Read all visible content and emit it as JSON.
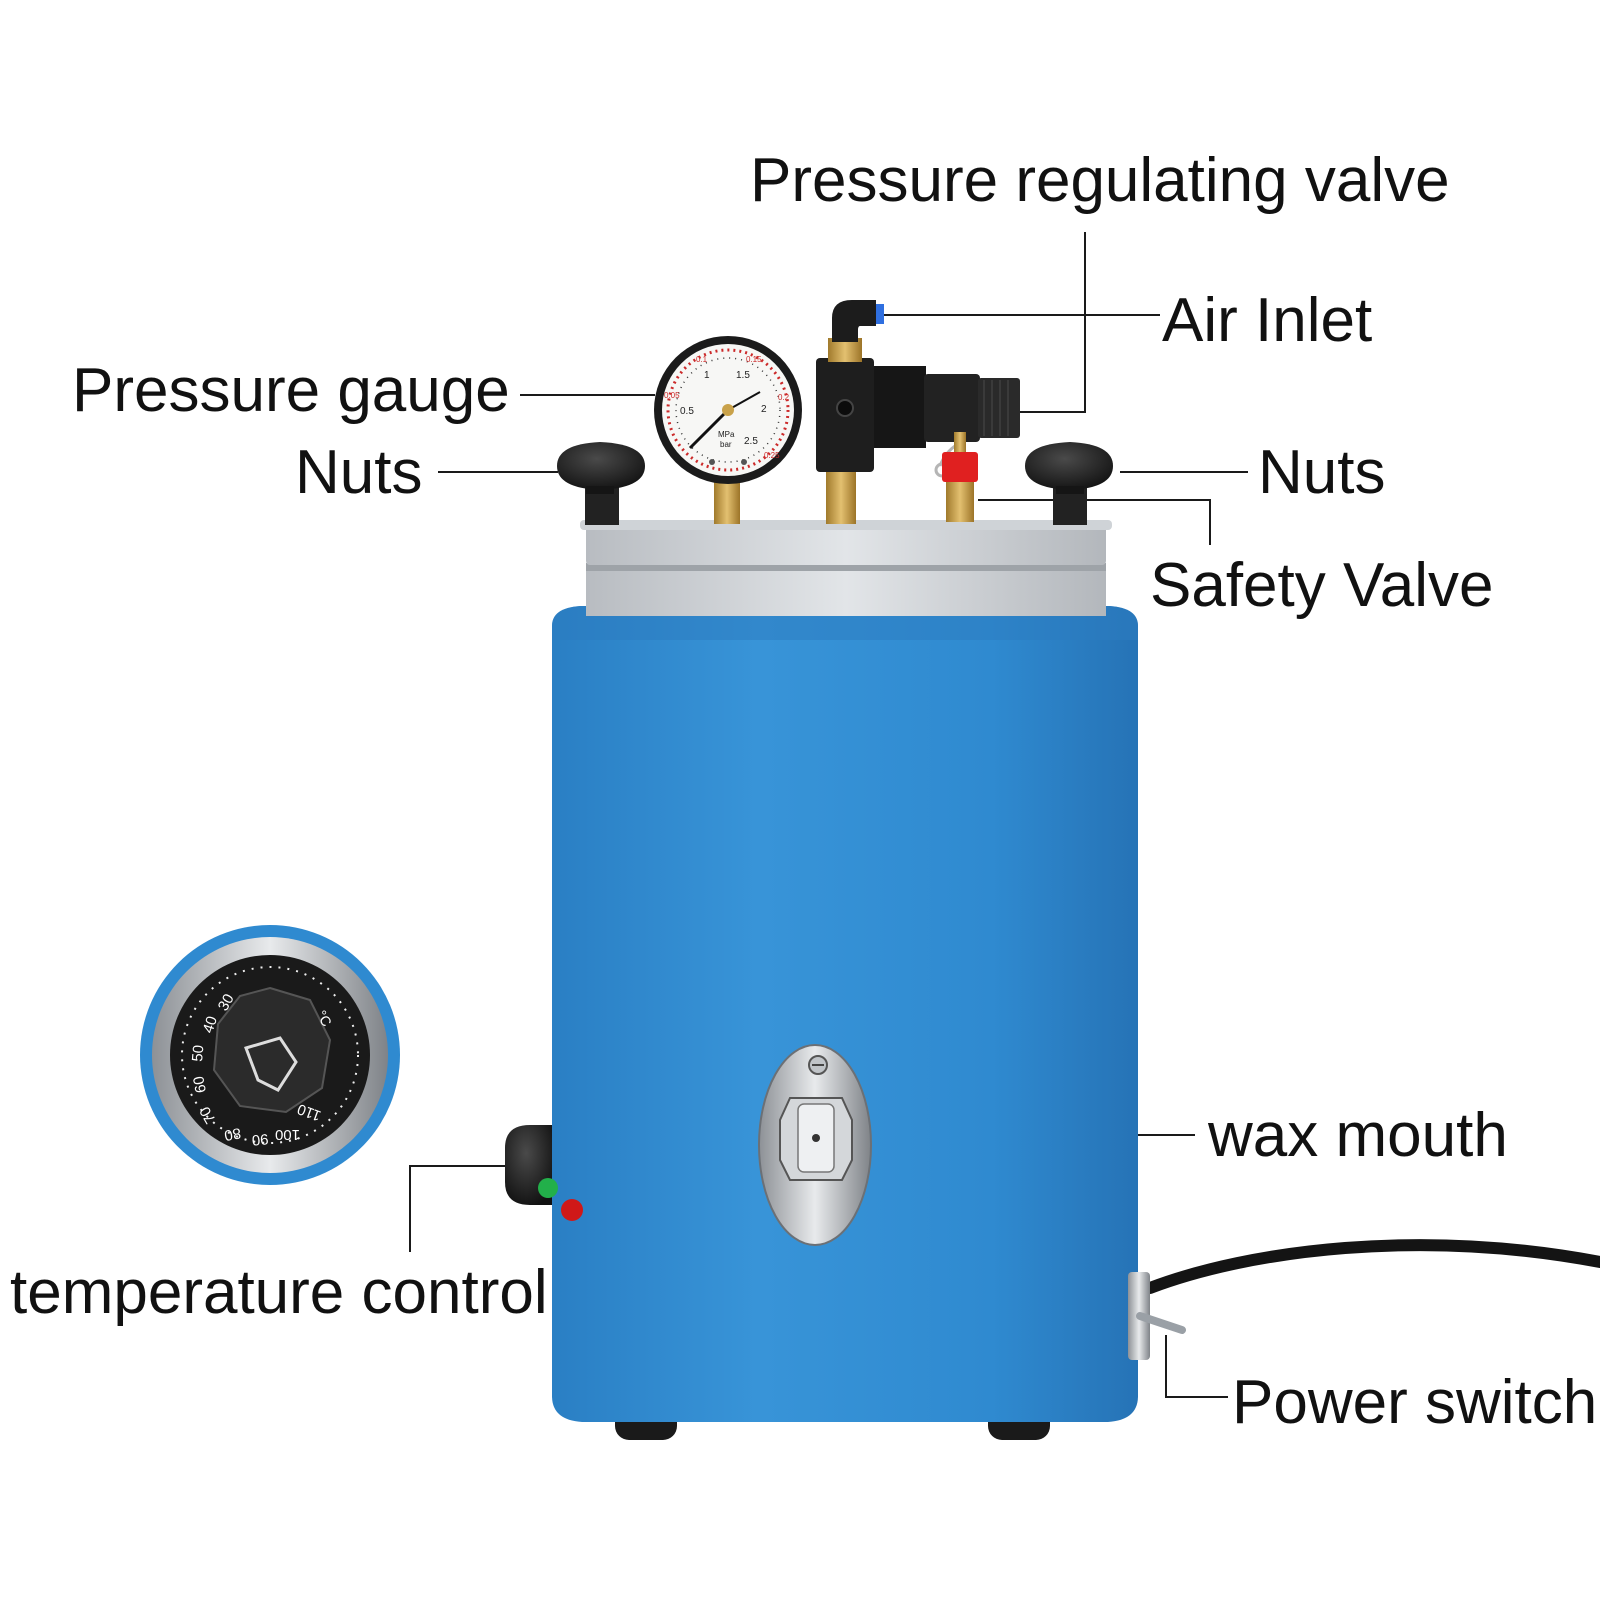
{
  "labels": {
    "pressure_regulating_valve": "Pressure regulating valve",
    "air_inlet": "Air Inlet",
    "pressure_gauge": "Pressure gauge",
    "nuts_left": "Nuts",
    "nuts_right": "Nuts",
    "safety_valve": "Safety Valve",
    "wax_mouth": "wax mouth",
    "temperature_control": "temperature control",
    "power_switch": "Power switch"
  },
  "gauge": {
    "unit_top": "MPa",
    "unit_bottom": "bar",
    "ticks_outer": [
      "0.1",
      "0.15",
      "0.2",
      "0.05",
      "0.25"
    ],
    "ticks_inner": [
      "0.5",
      "1",
      "1.5",
      "2",
      "2.5"
    ]
  },
  "thermostat": {
    "ticks": [
      "30",
      "40",
      "50",
      "60",
      "70",
      "80",
      "90",
      "100",
      "110"
    ],
    "unit": "°C"
  },
  "colors": {
    "body_blue": "#2f8ad0",
    "lid_silver": "#c9cdd1",
    "knob_black": "#1c1c1c",
    "safety_red": "#e02020",
    "brass": "#c9a24a",
    "indicator_green": "#22b04a",
    "indicator_red": "#d01818"
  }
}
